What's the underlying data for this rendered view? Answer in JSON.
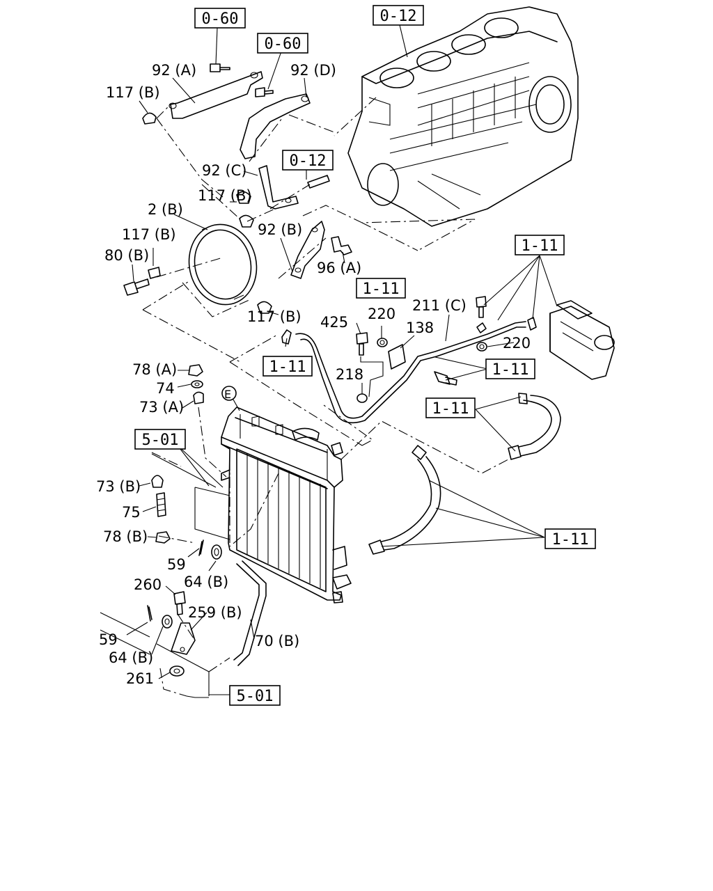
{
  "callouts": {
    "c_92A": "92 (A)",
    "c_92D": "92 (D)",
    "c_117B_1": "117 (B)",
    "c_92C": "92 (C)",
    "c_117B_2": "117 (B)",
    "c_2B": "2 (B)",
    "c_92B": "92 (B)",
    "c_117B_3": "117 (B)",
    "c_80B": "80 (B)",
    "c_96A": "96 (A)",
    "c_117B_4": "117 (B)",
    "c_425": "425",
    "c_220_1": "220",
    "c_138": "138",
    "c_211C": "211 (C)",
    "c_220_2": "220",
    "c_218": "218",
    "c_78A": "78 (A)",
    "c_74": "74",
    "c_73A": "73 (A)",
    "c_E": "E",
    "c_73B": "73 (B)",
    "c_75": "75",
    "c_78B": "78 (B)",
    "c_59_1": "59",
    "c_64B_1": "64 (B)",
    "c_260": "260",
    "c_259B": "259 (B)",
    "c_59_2": "59",
    "c_64B_2": "64 (B)",
    "c_70B": "70 (B)",
    "c_261": "261"
  },
  "refs": {
    "r_060_a": "0-60",
    "r_012_a": "0-12",
    "r_060_b": "0-60",
    "r_012_b": "0-12",
    "r_111_a": "1-11",
    "r_111_b": "1-11",
    "r_111_c": "1-11",
    "r_111_d": "1-11",
    "r_111_e": "1-11",
    "r_501_a": "5-01",
    "r_111_f": "1-11",
    "r_501_b": "5-01"
  }
}
